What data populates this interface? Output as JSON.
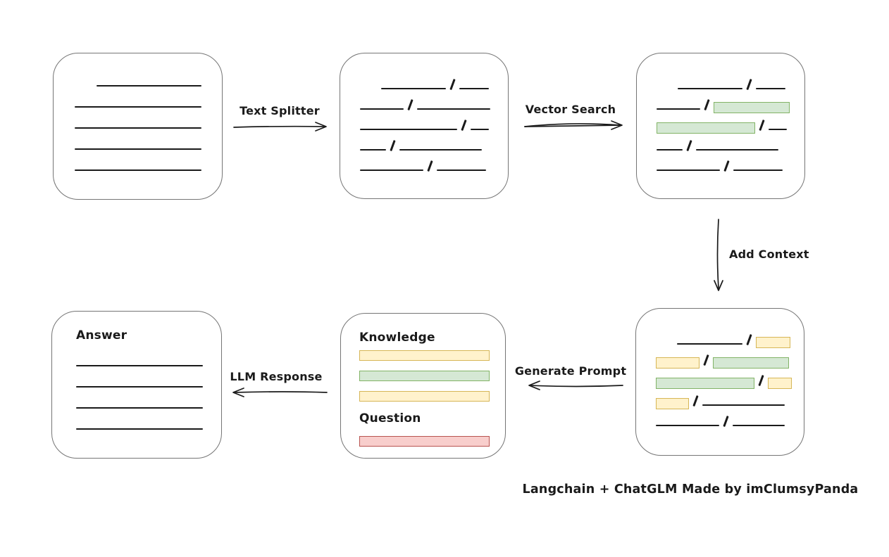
{
  "caption": {
    "text": "Langchain + ChatGLM Made by imClumsyPanda"
  },
  "colors": {
    "box_border": "#757575",
    "line": "#1a1a1a",
    "green_fill": "#d5e8d4",
    "green_border": "#82b366",
    "yellow_fill": "#fff2cc",
    "yellow_border": "#d6b656",
    "red_fill": "#f8cecc",
    "red_border": "#b85450"
  },
  "arrows": {
    "text_splitter": {
      "label": "Text Splitter",
      "direction": "right"
    },
    "vector_search": {
      "label": "Vector Search",
      "direction": "right"
    },
    "add_context": {
      "label": "Add Context",
      "direction": "down"
    },
    "generate_prompt": {
      "label": "Generate Prompt",
      "direction": "left"
    },
    "llm_response": {
      "label": "LLM Response",
      "direction": "left"
    }
  },
  "boxes": {
    "source_document": {
      "lines": [
        {
          "width": 149,
          "indent": 31
        },
        {
          "width": 180,
          "indent": 0
        },
        {
          "width": 180,
          "indent": 0
        },
        {
          "width": 180,
          "indent": 0
        },
        {
          "width": 180,
          "indent": 0
        }
      ]
    },
    "split_chunks": {
      "rows": [
        {
          "indent": 30,
          "segments": [
            {
              "type": "line",
              "width": 92
            },
            {
              "type": "slash"
            },
            {
              "type": "line",
              "width": 42
            }
          ]
        },
        {
          "indent": 0,
          "segments": [
            {
              "type": "line",
              "width": 62
            },
            {
              "type": "slash"
            },
            {
              "type": "line",
              "width": 104
            }
          ]
        },
        {
          "indent": 0,
          "segments": [
            {
              "type": "line",
              "width": 138
            },
            {
              "type": "slash"
            },
            {
              "type": "line",
              "width": 26
            }
          ]
        },
        {
          "indent": 0,
          "segments": [
            {
              "type": "line",
              "width": 37
            },
            {
              "type": "slash"
            },
            {
              "type": "line",
              "width": 117
            }
          ]
        },
        {
          "indent": 0,
          "segments": [
            {
              "type": "line",
              "width": 90
            },
            {
              "type": "slash"
            },
            {
              "type": "line",
              "width": 70
            }
          ]
        }
      ]
    },
    "vector_matches": {
      "rows": [
        {
          "indent": 30,
          "segments": [
            {
              "type": "line",
              "width": 92
            },
            {
              "type": "slash"
            },
            {
              "type": "line",
              "width": 42
            }
          ]
        },
        {
          "indent": 0,
          "segments": [
            {
              "type": "line",
              "width": 62
            },
            {
              "type": "slash"
            },
            {
              "type": "green",
              "width": 106
            }
          ]
        },
        {
          "indent": 0,
          "segments": [
            {
              "type": "green",
              "width": 138
            },
            {
              "type": "slash"
            },
            {
              "type": "line",
              "width": 26
            }
          ]
        },
        {
          "indent": 0,
          "segments": [
            {
              "type": "line",
              "width": 37
            },
            {
              "type": "slash"
            },
            {
              "type": "line",
              "width": 117
            }
          ]
        },
        {
          "indent": 0,
          "segments": [
            {
              "type": "line",
              "width": 90
            },
            {
              "type": "slash"
            },
            {
              "type": "line",
              "width": 70
            }
          ]
        }
      ]
    },
    "context_chunks": {
      "rows": [
        {
          "indent": 30,
          "segments": [
            {
              "type": "line",
              "width": 93
            },
            {
              "type": "slash"
            },
            {
              "type": "yellow",
              "width": 47
            }
          ]
        },
        {
          "indent": 0,
          "segments": [
            {
              "type": "yellow",
              "width": 60
            },
            {
              "type": "slash"
            },
            {
              "type": "green",
              "width": 106
            }
          ]
        },
        {
          "indent": 0,
          "segments": [
            {
              "type": "green",
              "width": 138
            },
            {
              "type": "slash"
            },
            {
              "type": "yellow",
              "width": 32
            }
          ]
        },
        {
          "indent": 0,
          "segments": [
            {
              "type": "yellow",
              "width": 45
            },
            {
              "type": "slash"
            },
            {
              "type": "line",
              "width": 117
            }
          ]
        },
        {
          "indent": 0,
          "segments": [
            {
              "type": "line",
              "width": 90
            },
            {
              "type": "slash"
            },
            {
              "type": "line",
              "width": 74
            }
          ]
        }
      ]
    },
    "prompt": {
      "knowledge_label": "Knowledge",
      "question_label": "Question",
      "knowledge_bars": [
        "yellow",
        "green",
        "yellow"
      ],
      "question_bars": [
        "red"
      ]
    },
    "answer": {
      "label": "Answer",
      "lines": [
        {
          "width": 180,
          "indent": 0
        },
        {
          "width": 180,
          "indent": 0
        },
        {
          "width": 180,
          "indent": 0
        },
        {
          "width": 180,
          "indent": 0
        }
      ]
    }
  }
}
